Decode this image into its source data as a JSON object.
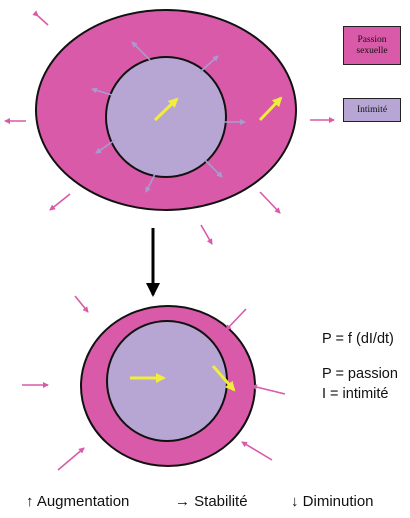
{
  "colors": {
    "passion": "#d95aa8",
    "intimite": "#b7a6d3",
    "outline": "#111111",
    "passion_arrow": "#d95aa8",
    "intimacy_arrow": "#a79cd0",
    "highlight_arrow": "#f2ec3c",
    "flow_arrow": "#000000"
  },
  "legend": {
    "passion": "Passion sexuelle",
    "intimite": "Intimité"
  },
  "formulas": {
    "line1": "P = f  (dI/dt)",
    "line2": "P = passion",
    "line3": "I = intimité"
  },
  "bottom_legend": {
    "augmentation": "↑ Augmentation",
    "stabilite": "→ Stabilité",
    "diminution": "↓ Diminution"
  }
}
